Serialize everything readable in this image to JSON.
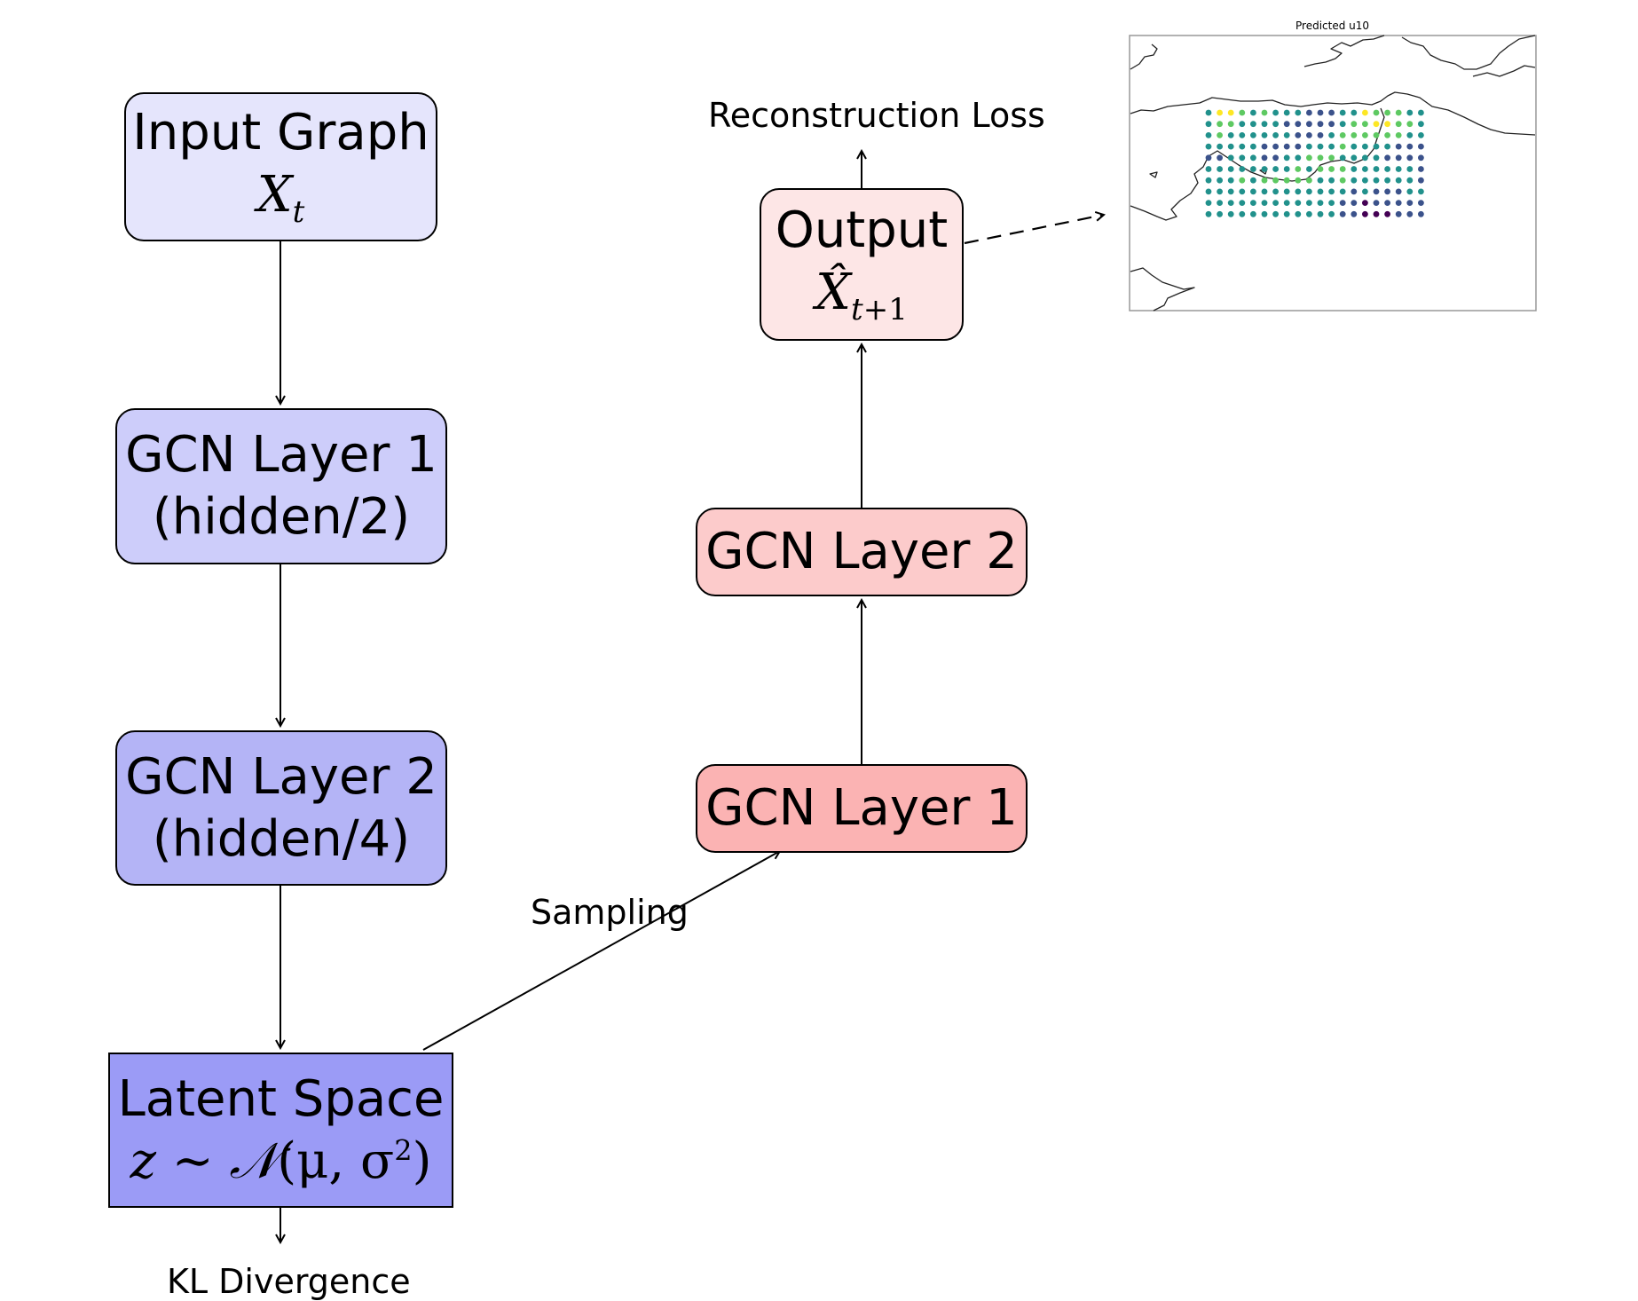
{
  "colors": {
    "encoder_input": "#e5e5fc",
    "encoder_l1": "#cdcdfa",
    "encoder_l2": "#b4b4f6",
    "latent": "#9b9bf6",
    "decoder_l1": "#fbb3b3",
    "decoder_l2": "#fccbcb",
    "output": "#fde6e6",
    "map_border": "#999999",
    "coast": "#222222",
    "viridis": [
      "#440154",
      "#3b528b",
      "#21918c",
      "#5ec962",
      "#fde725"
    ]
  },
  "nodes": {
    "input": {
      "line1": "Input Graph",
      "math_base": "X",
      "math_sub": "t"
    },
    "enc_l1": {
      "line1": "GCN Layer 1",
      "line2": "(hidden/2)"
    },
    "enc_l2": {
      "line1": "GCN Layer 2",
      "line2": "(hidden/4)"
    },
    "latent": {
      "line1": "Latent Space",
      "math_left": "z ∼ ",
      "math_N": "𝒩",
      "math_args": "(μ, σ",
      "math_sup": "2",
      "math_close": ")"
    },
    "dec_l1": {
      "line1": "GCN Layer 1"
    },
    "dec_l2": {
      "line1": "GCN Layer 2"
    },
    "output": {
      "line1": "Output",
      "math_base": "X̂",
      "math_sub": "t",
      "math_sub_rest": "+1"
    }
  },
  "labels": {
    "reconstruction_loss": "Reconstruction Loss",
    "kl_divergence": "KL Divergence",
    "sampling": "Sampling"
  },
  "map_inset": {
    "title": "Predicted u10",
    "grid_rows": [
      [
        2,
        4,
        4,
        3,
        2,
        3,
        2,
        2,
        2,
        1,
        1,
        1,
        2,
        2,
        4,
        3,
        3,
        3,
        2,
        2
      ],
      [
        2,
        3,
        3,
        2,
        2,
        2,
        2,
        1,
        1,
        1,
        1,
        1,
        2,
        3,
        3,
        4,
        4,
        3,
        3,
        2
      ],
      [
        2,
        3,
        2,
        2,
        2,
        2,
        2,
        2,
        1,
        1,
        1,
        2,
        3,
        3,
        3,
        3,
        3,
        3,
        2,
        2
      ],
      [
        2,
        2,
        2,
        2,
        2,
        1,
        1,
        1,
        1,
        2,
        2,
        2,
        3,
        2,
        2,
        2,
        2,
        1,
        1,
        1
      ],
      [
        1,
        1,
        2,
        2,
        2,
        1,
        1,
        2,
        2,
        3,
        3,
        3,
        2,
        2,
        2,
        2,
        1,
        1,
        1,
        1
      ],
      [
        2,
        2,
        2,
        2,
        2,
        2,
        2,
        2,
        3,
        2,
        3,
        3,
        3,
        2,
        2,
        2,
        2,
        2,
        2,
        1
      ],
      [
        2,
        2,
        2,
        3,
        2,
        3,
        3,
        3,
        3,
        3,
        2,
        2,
        3,
        2,
        2,
        2,
        2,
        2,
        2,
        1
      ],
      [
        2,
        2,
        2,
        2,
        2,
        2,
        2,
        2,
        2,
        2,
        2,
        2,
        2,
        1,
        2,
        1,
        1,
        1,
        2,
        2
      ],
      [
        2,
        2,
        2,
        2,
        2,
        2,
        2,
        2,
        2,
        2,
        2,
        2,
        1,
        1,
        0,
        1,
        1,
        1,
        1,
        1
      ],
      [
        2,
        2,
        2,
        2,
        2,
        2,
        2,
        2,
        2,
        2,
        2,
        2,
        1,
        1,
        0,
        0,
        0,
        1,
        1,
        1
      ]
    ]
  }
}
